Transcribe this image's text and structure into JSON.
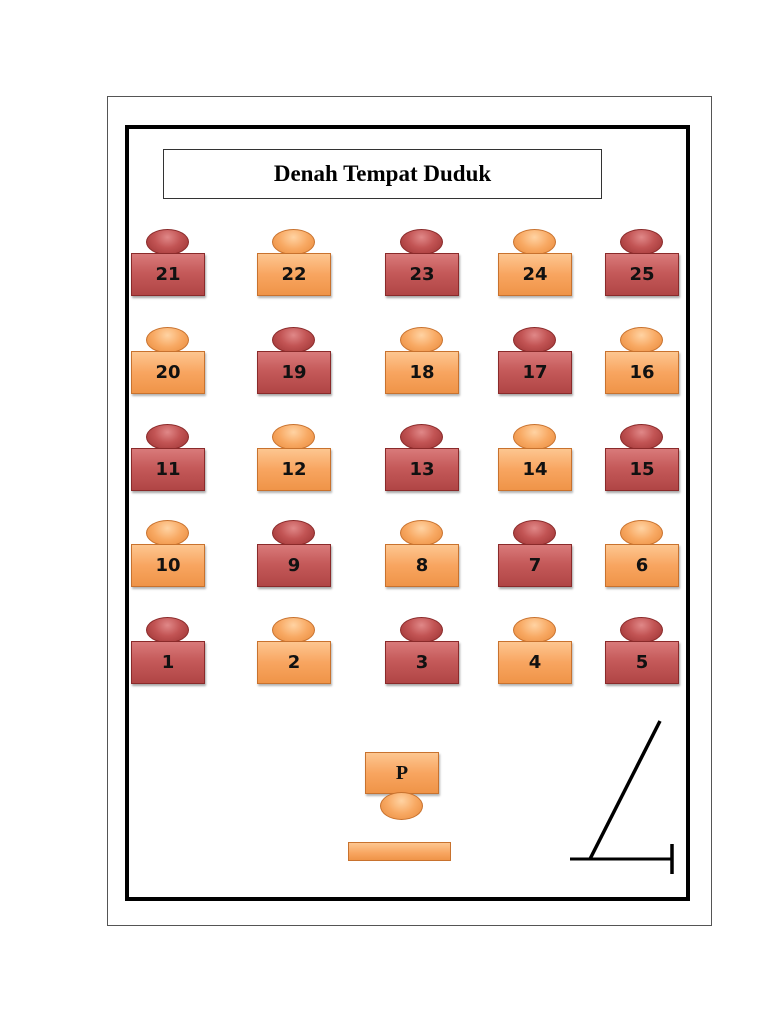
{
  "title": "Denah Tempat Duduk",
  "rows": [
    [
      {
        "label": "21",
        "color": "red"
      },
      {
        "label": "22",
        "color": "orange"
      },
      {
        "label": "23",
        "color": "red"
      },
      {
        "label": "24",
        "color": "orange"
      },
      {
        "label": "25",
        "color": "red"
      }
    ],
    [
      {
        "label": "20",
        "color": "orange"
      },
      {
        "label": "19",
        "color": "red"
      },
      {
        "label": "18",
        "color": "orange"
      },
      {
        "label": "17",
        "color": "red"
      },
      {
        "label": "16",
        "color": "orange"
      }
    ],
    [
      {
        "label": "11",
        "color": "red"
      },
      {
        "label": "12",
        "color": "orange"
      },
      {
        "label": "13",
        "color": "red"
      },
      {
        "label": "14",
        "color": "orange"
      },
      {
        "label": "15",
        "color": "red"
      }
    ],
    [
      {
        "label": "10",
        "color": "orange"
      },
      {
        "label": "9",
        "color": "red"
      },
      {
        "label": "8",
        "color": "orange"
      },
      {
        "label": "7",
        "color": "red"
      },
      {
        "label": "6",
        "color": "orange"
      }
    ],
    [
      {
        "label": "1",
        "color": "red"
      },
      {
        "label": "2",
        "color": "orange"
      },
      {
        "label": "3",
        "color": "red"
      },
      {
        "label": "4",
        "color": "orange"
      },
      {
        "label": "5",
        "color": "red"
      }
    ]
  ],
  "teacher": {
    "label": "P"
  },
  "colors": {
    "red": "#c55a5a",
    "orange": "#f8a560",
    "border": "#000000"
  }
}
